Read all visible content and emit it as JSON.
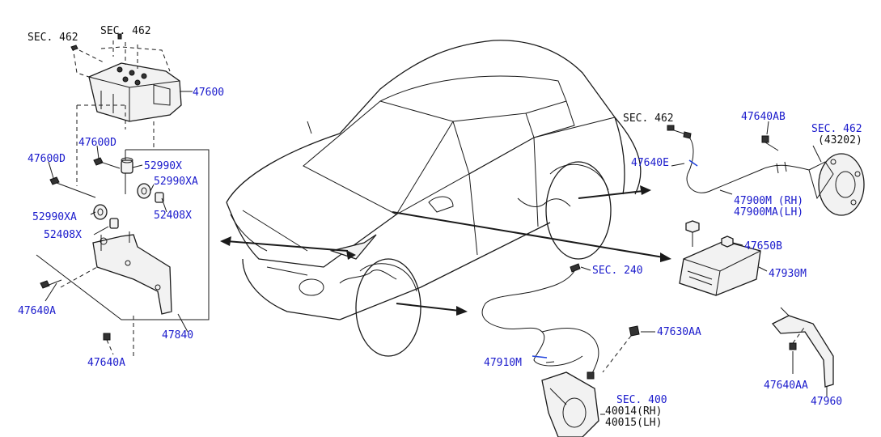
{
  "labels": {
    "sec462_a": "SEC. 462",
    "sec462_b": "SEC. 462",
    "p47600": "47600",
    "p47600D_a": "47600D",
    "p47600D_b": "47600D",
    "p52990X": "52990X",
    "p52990XA_a": "52990XA",
    "p52990XA_b": "52990XA",
    "p52408X_a": "52408X",
    "p52408X_b": "52408X",
    "p47640A_a": "47640A",
    "p47640A_b": "47640A",
    "p47840": "47840",
    "sec462_c": "SEC. 462",
    "p47640AB": "47640AB",
    "sec462_d": "SEC. 462",
    "sec462_d_sub": "(43202)",
    "p47640E": "47640E",
    "p47900M": "47900M (RH)",
    "p47900MA": "47900MA(LH)",
    "p47650B": "47650B",
    "p47930M": "47930M",
    "sec240": "SEC. 240",
    "p47630AA": "47630AA",
    "p47910M": "47910M",
    "sec400": "SEC. 400",
    "p40014": "40014(RH)",
    "p40015": "40015(LH)",
    "p47640AA": "47640AA",
    "p47960": "47960"
  },
  "colors": {
    "part_number_text": "#1a1acc",
    "section_text": "#111111",
    "line": "#1a1a1a"
  }
}
